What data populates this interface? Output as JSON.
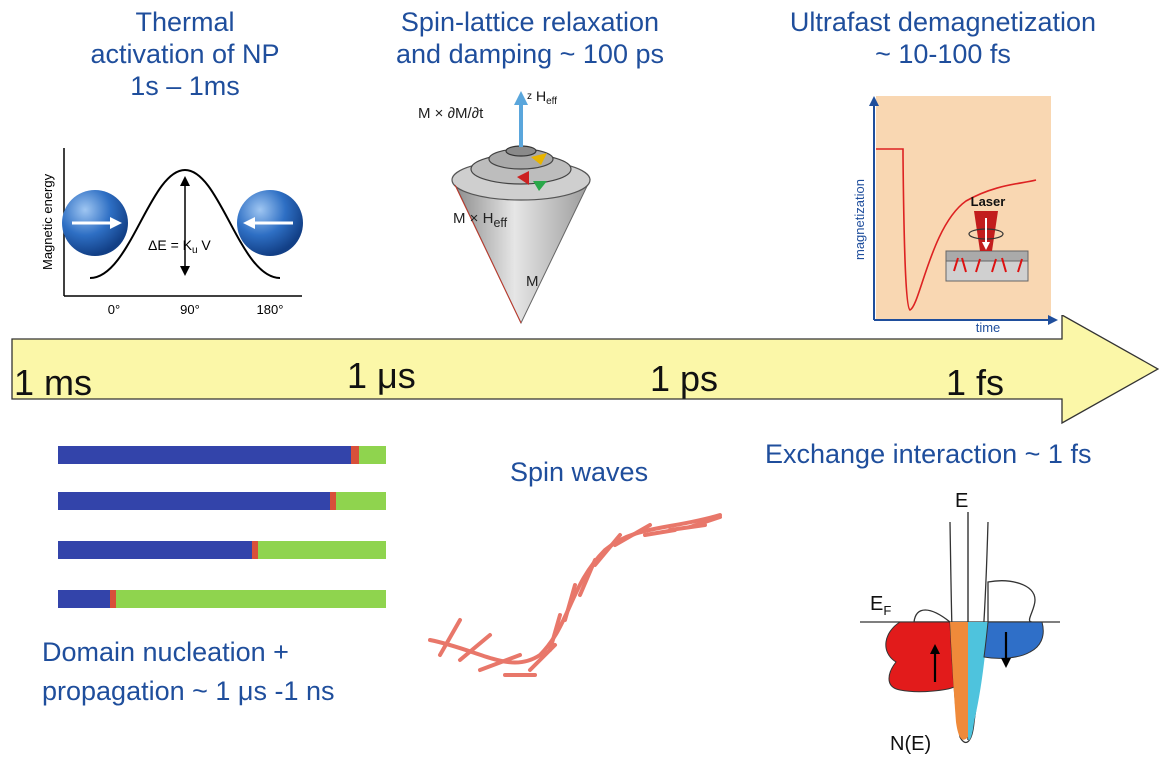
{
  "panels": {
    "thermal": {
      "title_line1": "Thermal",
      "title_line2": "activation of NP",
      "title_line3": "1s – 1ms",
      "ylabel": "Magnetic energy",
      "barrier": "ΔE = K",
      "barrier_sub": "u",
      "barrier_tail": " V",
      "x_ticks": [
        "0°",
        "90°",
        "180°"
      ]
    },
    "spin_lattice": {
      "title_line1": "Spin-lattice relaxation",
      "title_line2": "and damping ~ 100 ps",
      "term_dmdt": "M × ∂M/∂t",
      "term_heff": "M × H",
      "term_heff_sub": "eff",
      "axis_z": "z",
      "axis_heff": "H",
      "axis_heff_sub": "eff",
      "m_label": "M"
    },
    "ultrafast": {
      "title_line1": "Ultrafast demagnetization",
      "title_line2": "~ 10-100 fs",
      "ylabel": "magnetization",
      "xlabel": "time",
      "laser": "Laser"
    },
    "domain": {
      "title_line1": "Domain nucleation +",
      "title_line2": "propagation ~ 1 μs -1 ns"
    },
    "spinwaves": {
      "title": "Spin waves"
    },
    "exchange": {
      "title": "Exchange interaction ~ 1 fs",
      "e_axis": "E",
      "fermi": "E",
      "fermi_sub": "F",
      "dos": "N(E)"
    }
  },
  "timeline": {
    "ticks": [
      "1 ms",
      "1 μs",
      "1 ps",
      "1 fs"
    ]
  },
  "colors": {
    "title_blue": "#1f4e9c",
    "arrow_fill": "#fbf7a8",
    "domain_blue": "#3344aa",
    "domain_green": "#8fd44e",
    "spin_red": "#e8776a"
  }
}
